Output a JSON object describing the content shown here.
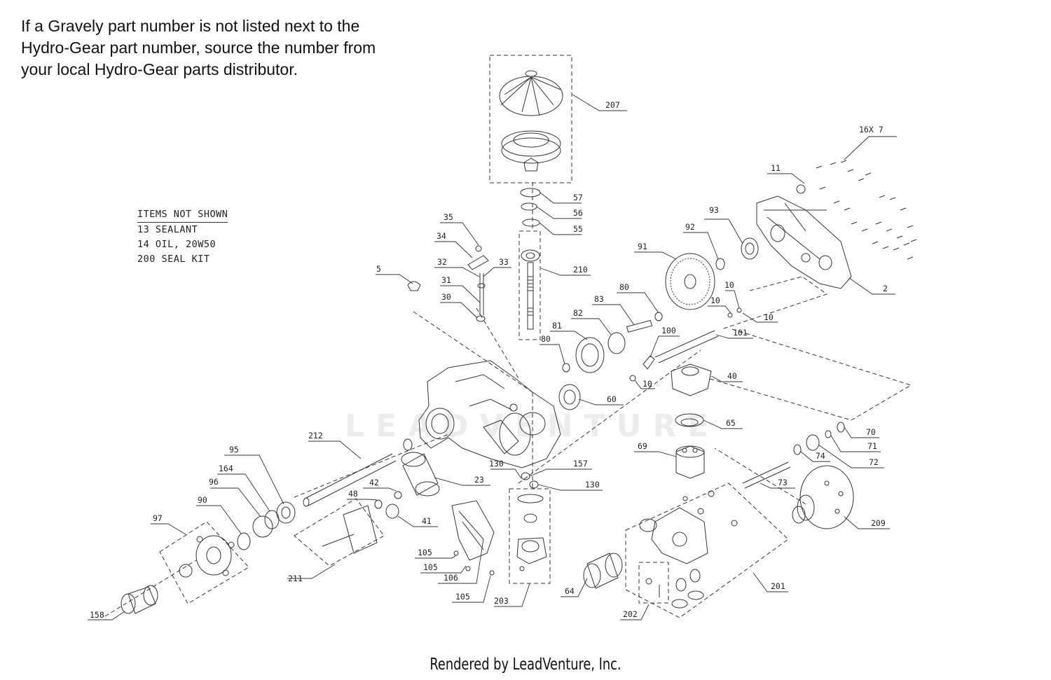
{
  "note_lines": [
    "If a Gravely part number is not listed next to the",
    "Hydro-Gear part number, source the number from",
    "your local Hydro-Gear parts distributor."
  ],
  "items_not_shown": {
    "title": "ITEMS NOT SHOWN",
    "items": [
      "13 SEALANT",
      "14 OIL, 20W50",
      "200 SEAL KIT"
    ]
  },
  "watermark": "LEADVENTURE",
  "footer": "Rendered by LeadVenture, Inc.",
  "callouts": [
    "207",
    "16X 7",
    "11",
    "57",
    "56",
    "55",
    "35",
    "34",
    "32",
    "33",
    "210",
    "5",
    "31",
    "30",
    "93",
    "92",
    "91",
    "2",
    "80",
    "83",
    "82",
    "81",
    "80",
    "10",
    "10",
    "10",
    "100",
    "101",
    "10",
    "40",
    "60",
    "65",
    "70",
    "71",
    "72",
    "74",
    "69",
    "73",
    "212",
    "23",
    "157",
    "130",
    "130",
    "95",
    "164",
    "96",
    "90",
    "97",
    "42",
    "48",
    "41",
    "105",
    "105",
    "106",
    "105",
    "203",
    "211",
    "158",
    "64",
    "202",
    "201",
    "209"
  ]
}
